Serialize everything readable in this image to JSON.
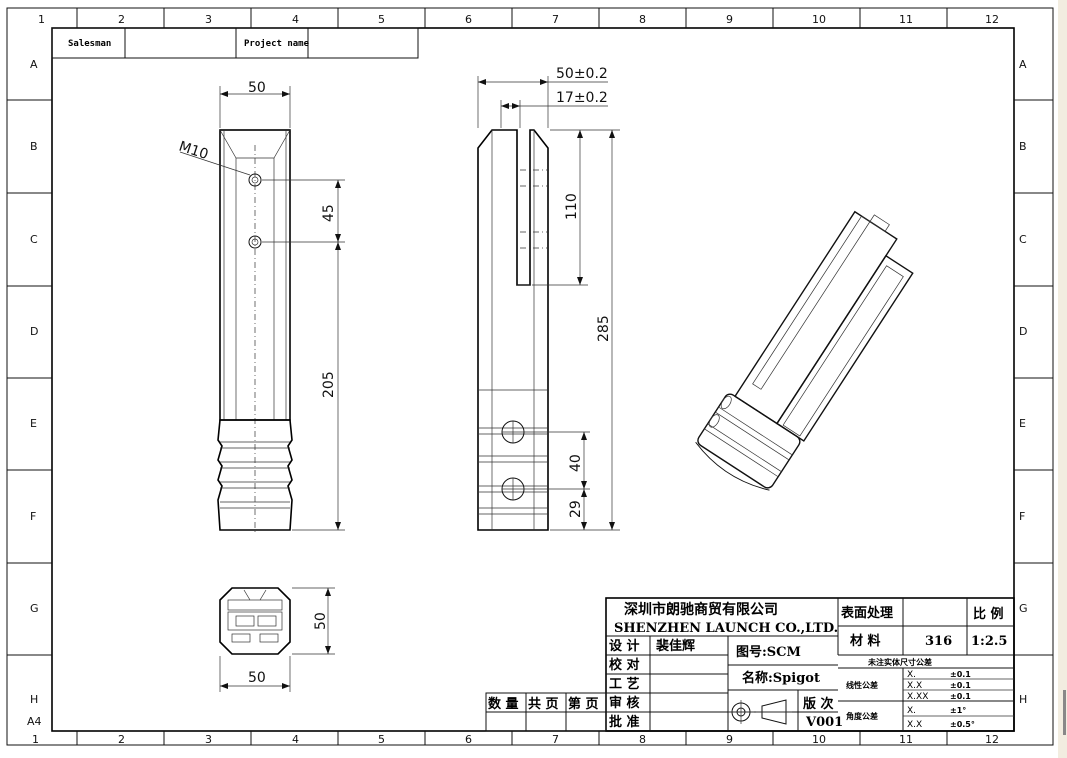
{
  "grid": {
    "columns": [
      "1",
      "2",
      "3",
      "4",
      "5",
      "6",
      "7",
      "8",
      "9",
      "10",
      "11",
      "12"
    ],
    "rows": [
      "A",
      "B",
      "C",
      "D",
      "E",
      "F",
      "G",
      "H"
    ],
    "sheet_size": "A4"
  },
  "header": {
    "salesman_label": "Salesman",
    "salesman_value": "",
    "project_label": "Project name",
    "project_value": ""
  },
  "front_view": {
    "width_top": "50",
    "thread": "M10",
    "hole_spacing": "45",
    "lower_height": "205",
    "width_bottom": "50"
  },
  "side_view": {
    "width": "50±0.2",
    "slot_width": "17±0.2",
    "slot_depth": "110",
    "total_height": "285",
    "hole_spacing": "40",
    "hole_offset": "29"
  },
  "bottom_view": {
    "height": "50"
  },
  "title_block": {
    "company_cn": "深圳市朗驰商贸有限公司",
    "company_en": "SHENZHEN LAUNCH CO.,LTD.",
    "surface_label": "表面处理",
    "surface_value": "",
    "scale_label": "比 例",
    "material_label": "材 料",
    "material_value": "316",
    "scale_value": "1:2.5",
    "design_label": "设 计",
    "designer": "裴佳辉",
    "drawing_no": "图号:SCM",
    "check_label": "校 对",
    "name": "名称:Spigot",
    "process_label": "工 艺",
    "review_label": "审 核",
    "approve_label": "批 准",
    "quantity_label": "数 量",
    "total_pages_label": "共 页",
    "page_label": "第 页",
    "version_label": "版 次",
    "version_value": "V001",
    "tolerance_title": "未注实体尺寸公差",
    "linear_label": "线性公差",
    "angular_label": "角度公差",
    "tolerances": [
      {
        "k": "X.",
        "v": "±0.1"
      },
      {
        "k": "X.X",
        "v": "±0.1"
      },
      {
        "k": "X.XX",
        "v": "±0.1"
      },
      {
        "k": "X.",
        "v": "±1°"
      },
      {
        "k": "X.X",
        "v": "±0.5°"
      }
    ]
  }
}
